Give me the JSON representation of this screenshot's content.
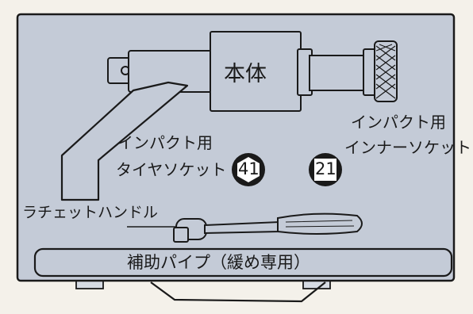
{
  "labels": {
    "body": "本体",
    "impact_tire_socket_line1": "インパクト用",
    "impact_tire_socket_line2": "タイヤソケット",
    "impact_inner_socket_line1": "インパクト用",
    "impact_inner_socket_line2": "インナーソケット",
    "ratchet_handle": "ラチェットハンドル",
    "extension_pipe": "補助パイプ（緩め専用）",
    "socket_41": "41",
    "socket_21": "21"
  },
  "colors": {
    "case_fill": "#c4cbd7",
    "outline": "#1a1a1a",
    "page": "#f4f1ea"
  }
}
